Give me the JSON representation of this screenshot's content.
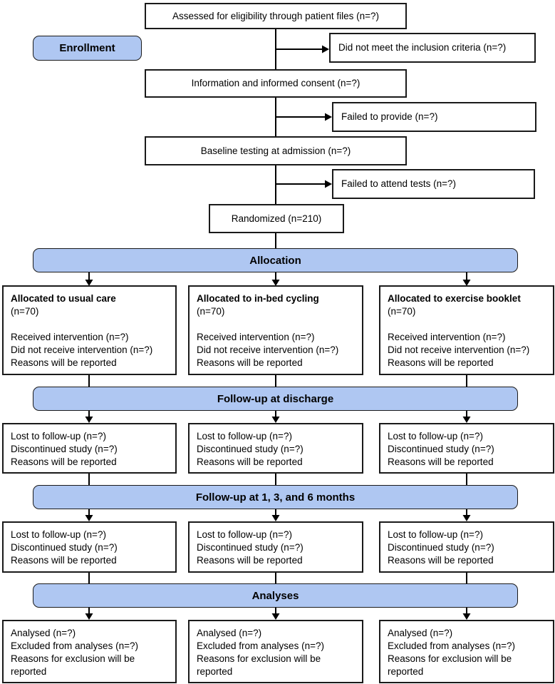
{
  "palette": {
    "banner_fill": "#afc7f2",
    "border": "#1a1a1a",
    "background": "#ffffff"
  },
  "enrollment": {
    "label": "Enrollment"
  },
  "main_flow": {
    "assessed": "Assessed for eligibility through patient files (n=?)",
    "info_consent": "Information and informed consent (n=?)",
    "baseline": "Baseline testing at admission (n=?)",
    "randomized": "Randomized (n=210)"
  },
  "exclusions": {
    "not_meet": "Did not meet the inclusion criteria (n=?)",
    "failed_provide": "Failed to provide (n=?)",
    "failed_attend": "Failed to attend tests (n=?)"
  },
  "banners": {
    "allocation": "Allocation",
    "discharge": "Follow-up at discharge",
    "months": "Follow-up at 1, 3, and 6 months",
    "analyses": "Analyses"
  },
  "allocation": [
    {
      "title": "Allocated to usual care",
      "n": "(n=70)",
      "line1": "Received intervention (n=?)",
      "line2": "Did not receive intervention (n=?)",
      "line3": "Reasons will be reported"
    },
    {
      "title": "Allocated to in-bed cycling",
      "n": "(n=70)",
      "line1": "Received intervention (n=?)",
      "line2": "Did not receive intervention (n=?)",
      "line3": "Reasons will be reported"
    },
    {
      "title": "Allocated to exercise booklet",
      "n": "(n=70)",
      "line1": "Received intervention (n=?)",
      "line2": "Did not receive intervention (n=?)",
      "line3": "Reasons will be reported"
    }
  ],
  "followup_discharge": [
    {
      "line1": "Lost to follow-up (n=?)",
      "line2": "Discontinued study (n=?)",
      "line3": "Reasons will be reported"
    },
    {
      "line1": "Lost to follow-up (n=?)",
      "line2": "Discontinued study (n=?)",
      "line3": "Reasons will be reported"
    },
    {
      "line1": "Lost to follow-up (n=?)",
      "line2": "Discontinued study (n=?)",
      "line3": "Reasons will be reported"
    }
  ],
  "followup_months": [
    {
      "line1": "Lost to follow-up (n=?)",
      "line2": "Discontinued study (n=?)",
      "line3": "Reasons will be reported"
    },
    {
      "line1": "Lost to follow-up (n=?)",
      "line2": "Discontinued study (n=?)",
      "line3": "Reasons will be reported"
    },
    {
      "line1": "Lost to follow-up (n=?)",
      "line2": "Discontinued study (n=?)",
      "line3": "Reasons will be reported"
    }
  ],
  "analyses": [
    {
      "line1": "Analysed (n=?)",
      "line2": "Excluded from analyses (n=?)",
      "line3": "Reasons for exclusion will be reported"
    },
    {
      "line1": "Analysed (n=?)",
      "line2": "Excluded from analyses (n=?)",
      "line3": "Reasons for exclusion will be reported"
    },
    {
      "line1": "Analysed (n=?)",
      "line2": "Excluded from analyses (n=?)",
      "line3": "Reasons for exclusion will be reported"
    }
  ]
}
